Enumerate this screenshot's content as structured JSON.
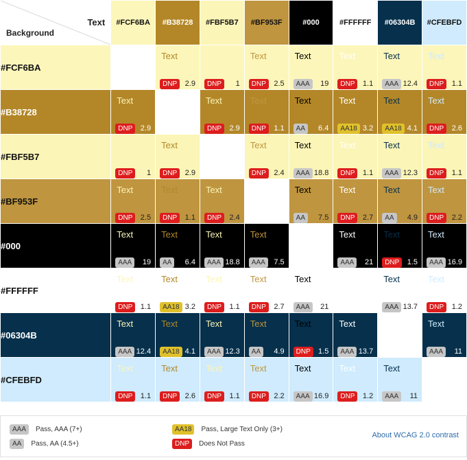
{
  "header": {
    "text_label": "Text",
    "background_label": "Background"
  },
  "colors": [
    "#FCF6BA",
    "#B38728",
    "#FBF5B7",
    "#BF953F",
    "#000",
    "#FFFFFF",
    "#06304B",
    "#CFEBFD"
  ],
  "sample_text": "Text",
  "rows": [
    {
      "bg": "#FCF6BA",
      "cells": [
        null,
        {
          "badge": "DNP",
          "ratio": "2.9"
        },
        {
          "badge": "DNP",
          "ratio": "1"
        },
        {
          "badge": "DNP",
          "ratio": "2.5"
        },
        {
          "badge": "AAA",
          "ratio": "19"
        },
        {
          "badge": "DNP",
          "ratio": "1.1"
        },
        {
          "badge": "AAA",
          "ratio": "12.4"
        },
        {
          "badge": "DNP",
          "ratio": "1.1"
        }
      ]
    },
    {
      "bg": "#B38728",
      "cells": [
        {
          "badge": "DNP",
          "ratio": "2.9"
        },
        null,
        {
          "badge": "DNP",
          "ratio": "2.9"
        },
        {
          "badge": "DNP",
          "ratio": "1.1"
        },
        {
          "badge": "AA",
          "ratio": "6.4"
        },
        {
          "badge": "AA18",
          "ratio": "3.2"
        },
        {
          "badge": "AA18",
          "ratio": "4.1"
        },
        {
          "badge": "DNP",
          "ratio": "2.6"
        }
      ]
    },
    {
      "bg": "#FBF5B7",
      "cells": [
        {
          "badge": "DNP",
          "ratio": "1"
        },
        {
          "badge": "DNP",
          "ratio": "2.9"
        },
        null,
        {
          "badge": "DNP",
          "ratio": "2.4"
        },
        {
          "badge": "AAA",
          "ratio": "18.8"
        },
        {
          "badge": "DNP",
          "ratio": "1.1"
        },
        {
          "badge": "AAA",
          "ratio": "12.3"
        },
        {
          "badge": "DNP",
          "ratio": "1.1"
        }
      ]
    },
    {
      "bg": "#BF953F",
      "cells": [
        {
          "badge": "DNP",
          "ratio": "2.5"
        },
        {
          "badge": "DNP",
          "ratio": "1.1"
        },
        {
          "badge": "DNP",
          "ratio": "2.4"
        },
        null,
        {
          "badge": "AA",
          "ratio": "7.5"
        },
        {
          "badge": "DNP",
          "ratio": "2.7"
        },
        {
          "badge": "AA",
          "ratio": "4.9"
        },
        {
          "badge": "DNP",
          "ratio": "2.2"
        }
      ]
    },
    {
      "bg": "#000",
      "cells": [
        {
          "badge": "AAA",
          "ratio": "19"
        },
        {
          "badge": "AA",
          "ratio": "6.4"
        },
        {
          "badge": "AAA",
          "ratio": "18.8"
        },
        {
          "badge": "AAA",
          "ratio": "7.5"
        },
        null,
        {
          "badge": "AAA",
          "ratio": "21"
        },
        {
          "badge": "DNP",
          "ratio": "1.5"
        },
        {
          "badge": "AAA",
          "ratio": "16.9"
        }
      ]
    },
    {
      "bg": "#FFFFFF",
      "cells": [
        {
          "badge": "DNP",
          "ratio": "1.1"
        },
        {
          "badge": "AA18",
          "ratio": "3.2"
        },
        {
          "badge": "DNP",
          "ratio": "1.1"
        },
        {
          "badge": "DNP",
          "ratio": "2.7"
        },
        {
          "badge": "AAA",
          "ratio": "21"
        },
        null,
        {
          "badge": "AAA",
          "ratio": "13.7"
        },
        {
          "badge": "DNP",
          "ratio": "1.2"
        }
      ]
    },
    {
      "bg": "#06304B",
      "cells": [
        {
          "badge": "AAA",
          "ratio": "12.4"
        },
        {
          "badge": "AA18",
          "ratio": "4.1"
        },
        {
          "badge": "AAA",
          "ratio": "12.3"
        },
        {
          "badge": "AA",
          "ratio": "4.9"
        },
        {
          "badge": "DNP",
          "ratio": "1.5"
        },
        {
          "badge": "AAA",
          "ratio": "13.7"
        },
        null,
        {
          "badge": "AAA",
          "ratio": "11"
        }
      ]
    },
    {
      "bg": "#CFEBFD",
      "cells": [
        {
          "badge": "DNP",
          "ratio": "1.1"
        },
        {
          "badge": "DNP",
          "ratio": "2.6"
        },
        {
          "badge": "DNP",
          "ratio": "1.1"
        },
        {
          "badge": "DNP",
          "ratio": "2.2"
        },
        {
          "badge": "AAA",
          "ratio": "16.9"
        },
        {
          "badge": "DNP",
          "ratio": "1.2"
        },
        {
          "badge": "AAA",
          "ratio": "11"
        },
        null
      ]
    }
  ],
  "legend": {
    "items": [
      {
        "badge": "AAA",
        "label": "Pass, AAA (7+)"
      },
      {
        "badge": "AA",
        "label": "Pass, AA (4.5+)"
      },
      {
        "badge": "AA18",
        "label": "Pass, Large Text Only (3+)"
      },
      {
        "badge": "DNP",
        "label": "Does Not Pass"
      }
    ],
    "link": "About WCAG 2.0 contrast"
  }
}
